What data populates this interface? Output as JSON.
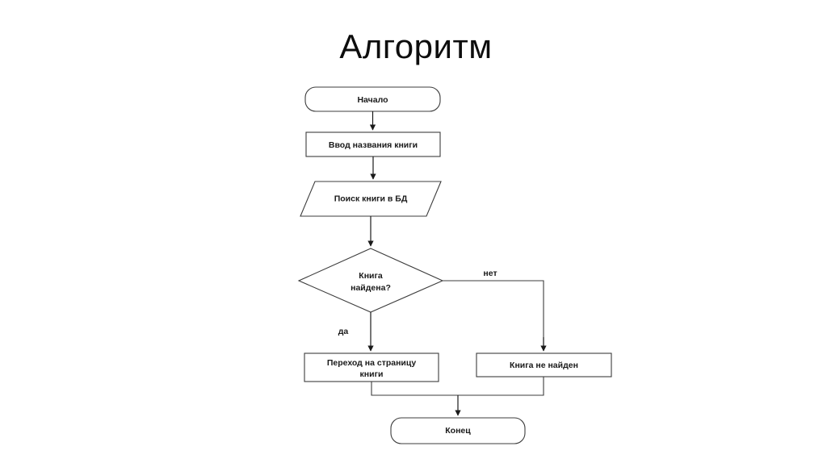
{
  "page": {
    "title": "Алгоритм",
    "background_color": "#ffffff",
    "shape_stroke_color": "#3c3c3c",
    "connector_color": "#1a1a1a",
    "text_color": "#1a1a1a"
  },
  "diagram": {
    "type": "flowchart",
    "orientation": "top-to-bottom",
    "nodes": [
      {
        "id": "start",
        "shape": "rounded-rectangle",
        "label": "Начало"
      },
      {
        "id": "input",
        "shape": "rectangle",
        "label": "Ввод названия книги"
      },
      {
        "id": "search",
        "shape": "parallelogram",
        "label": "Поиск книги в БД"
      },
      {
        "id": "decision",
        "shape": "diamond",
        "label_line1": "Книга",
        "label_line2": "найдена?"
      },
      {
        "id": "goto-page",
        "shape": "rectangle",
        "label_line1": "Переход на страницу",
        "label_line2": "книги"
      },
      {
        "id": "not-found",
        "shape": "rectangle",
        "label": "Книга не найден"
      },
      {
        "id": "end",
        "shape": "rounded-rectangle",
        "label": "Конец"
      }
    ],
    "edges": [
      {
        "from": "start",
        "to": "input",
        "label": ""
      },
      {
        "from": "input",
        "to": "search",
        "label": ""
      },
      {
        "from": "search",
        "to": "decision",
        "label": ""
      },
      {
        "from": "decision",
        "to": "goto-page",
        "label": "да"
      },
      {
        "from": "decision",
        "to": "not-found",
        "label": "нет"
      },
      {
        "from": "goto-page",
        "to": "end",
        "label": ""
      },
      {
        "from": "not-found",
        "to": "end",
        "label": ""
      }
    ],
    "edge_labels": {
      "yes": "да",
      "no": "нет"
    }
  }
}
